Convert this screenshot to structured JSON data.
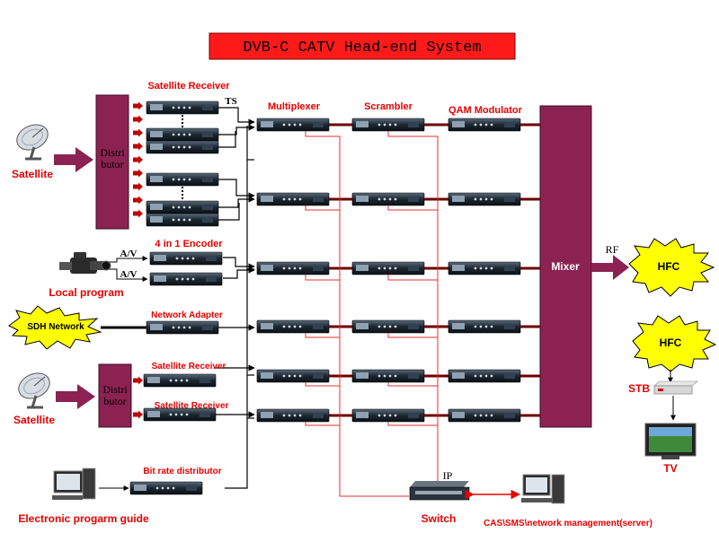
{
  "title": "DVB-C CATV Head-end System",
  "labels": {
    "satellite_receiver": "Satellite Receiver",
    "ts": "TS",
    "multiplexer": "Multiplexer",
    "scrambler": "Scrambler",
    "qam_modulator": "QAM Modulator",
    "distributor_top": [
      "Distri",
      "butor"
    ],
    "distributor_bottom": [
      "Distri",
      "butor"
    ],
    "satellite_top": "Satellite",
    "satellite_bottom": "Satellite",
    "encoder": "4 in 1 Encoder",
    "av1": "A/V",
    "av2": "A/V",
    "local_program": "Local program",
    "sdh_network": "SDH Network",
    "network_adapter": "Network Adapter",
    "satellite_receiver_2": "Satellite Receiver",
    "satellite_receiver_3": "Satellite Receiver",
    "bit_rate_distributor": "Bit rate distributor",
    "epg": "Electronic progarm guide",
    "switch": "Switch",
    "ip": "IP",
    "server": "CAS\\SMS\\network management(server)",
    "mixer": "Mixer",
    "rf": "RF",
    "hfc_main": "HFC",
    "hfc_user": "HFC",
    "stb": "STB",
    "tv": "TV"
  },
  "colors": {
    "title_bg": "#ff1a1a",
    "distributor": "#8b2252",
    "mixer": "#8b2252",
    "label_red": "#e60000",
    "burst": "#ffff00",
    "signal_line": "#e03030"
  },
  "icons": [
    "satellite-dish-icon",
    "camcorder-icon",
    "computer-icon",
    "server-icon",
    "set-top-box-icon",
    "tv-icon",
    "network-switch-icon"
  ]
}
